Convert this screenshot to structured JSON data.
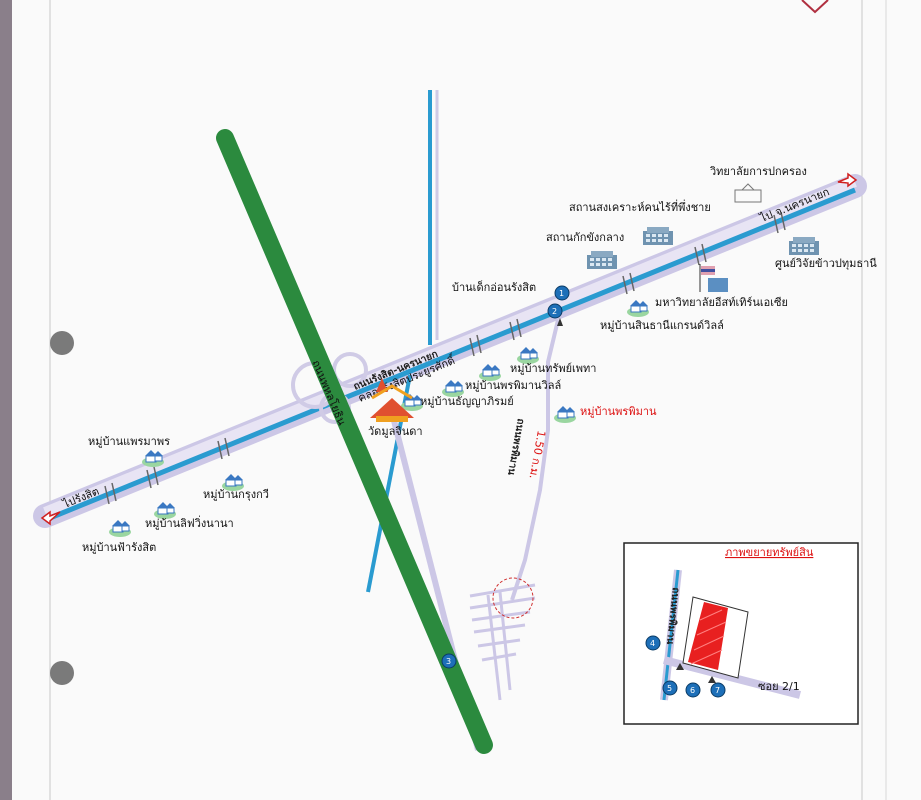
{
  "colors": {
    "highway": "#2b8a3e",
    "main_road": "#2a9bd0",
    "road_outline": "#c9c3e0",
    "arrow": "#d02020",
    "marker": "#1d6fb8",
    "plot": "#e82020",
    "label_red": "#d11111"
  },
  "roads": {
    "rangsit_nakhonnayok": "ถนนรังสิต-นครนายก",
    "klong_rangsit": "คลองรังสิตประยูรศักดิ์",
    "phaholyothin": "ถนนพหลโยธิน",
    "phraphiman": "ถนนพรพิมาน",
    "soi_label": "ซอย 2/1",
    "distance": "1.50 ก.ม."
  },
  "directions": {
    "to_rangsit": "ไปรังสิต",
    "to_nakhonnayok": "ไป จ.นครนายก"
  },
  "places": {
    "college": "วิทยาลัยการปกครอง",
    "welfare": "สถานสงเคราะห์คนไร้ที่พึ่งชาย",
    "detention": "สถานกักขังกลาง",
    "orphanage": "บ้านเด็กอ่อนรังสิต",
    "rice_center": "ศูนย์วิจัยข้าวปทุมธานี",
    "eastern_asia_univ": "มหาวิทยาลัยอีสท์เทิร์นเอเซีย",
    "sinthani": "หมู่บ้านสินธานีแกรนด์วิลล์",
    "sapphet": "หมู่บ้านทรัพย์เพทา",
    "phraphiman_ville": "หมู่บ้านพรพิมานวิลล์",
    "thanya": "หมู่บ้านธัญญาภิรมย์",
    "phraphiman_village": "หมู่บ้านพรพิมาน",
    "wat": "วัดมูลจินดา",
    "phraemaporn": "หมู่บ้านแพรมาพร",
    "krungkavi": "หมู่บ้านกรุงกวี",
    "lifving": "หมู่บ้านลิฟวิ่งนานา",
    "fa_rangsit": "หมู่บ้านฟ้ารังสิต"
  },
  "inset": {
    "title": "ภาพขยายทรัพย์สิน",
    "road": "ถนนพรพิมาน",
    "soi": "ซอย 2/1"
  },
  "markers": [
    "1",
    "2",
    "3",
    "4",
    "5",
    "6",
    "7"
  ],
  "icons": {
    "building": "building-icon",
    "village": "village-house-icon",
    "temple": "temple-icon",
    "flag": "flag-icon"
  }
}
